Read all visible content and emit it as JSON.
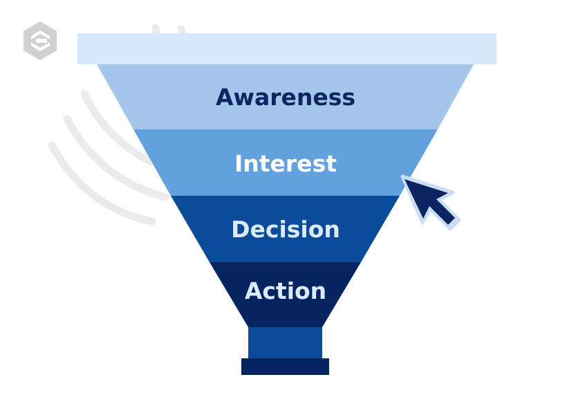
{
  "diagram": {
    "type": "sales-funnel",
    "stages": [
      {
        "label": "Awareness",
        "fill": "#a3c6ea",
        "text_color": "#0d2460"
      },
      {
        "label": "Interest",
        "fill": "#62a1de",
        "text_color": "#ffffff"
      },
      {
        "label": "Decision",
        "fill": "#0a4c9a",
        "text_color": "#dce9f8"
      },
      {
        "label": "Action",
        "fill": "#062460",
        "text_color": "#dce9f8"
      }
    ],
    "rim_color": "#d6e9fb",
    "spout_color": "#0a4c9a",
    "base_color": "#062460",
    "cursor_color": "#0d2460",
    "cursor_outline": "#c9def4",
    "decoration_color": "#ebebeb",
    "logo": {
      "icon": "contentwriters-logo-icon",
      "color": "#d0d0d0"
    }
  }
}
